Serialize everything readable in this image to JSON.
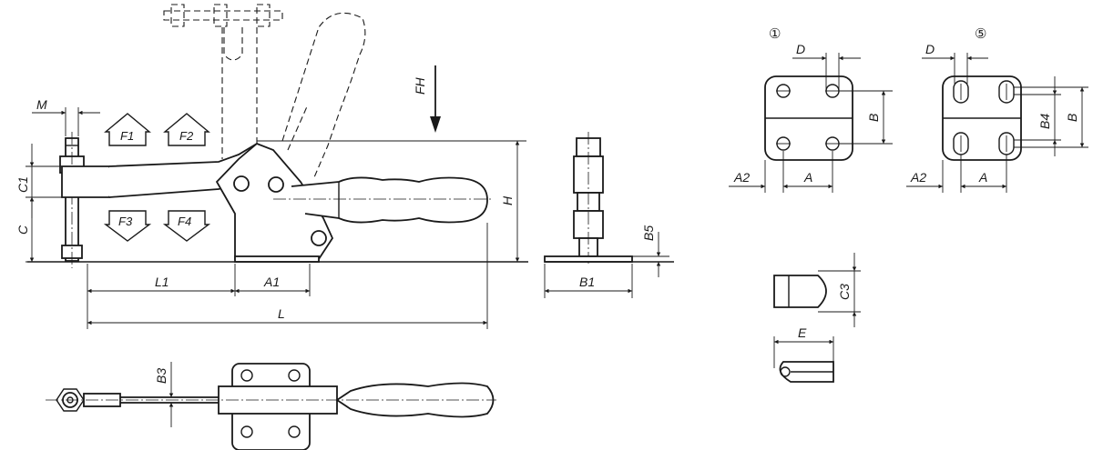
{
  "labels": {
    "M": "M",
    "C1": "C1",
    "C": "C",
    "F1": "F1",
    "F2": "F2",
    "F3": "F3",
    "F4": "F4",
    "FH": "FH",
    "H": "H",
    "L1": "L1",
    "A1": "A1",
    "L": "L",
    "B3": "B3",
    "B5": "B5",
    "B1": "B1",
    "D_1": "D",
    "B_1": "B",
    "A2_1": "A2",
    "A_1": "A",
    "D_5": "D",
    "B4": "B4",
    "B_5": "B",
    "A2_5": "A2",
    "A_5": "A",
    "C3": "C3",
    "E": "E"
  },
  "variants": {
    "v1": "①",
    "v5": "⑤"
  }
}
